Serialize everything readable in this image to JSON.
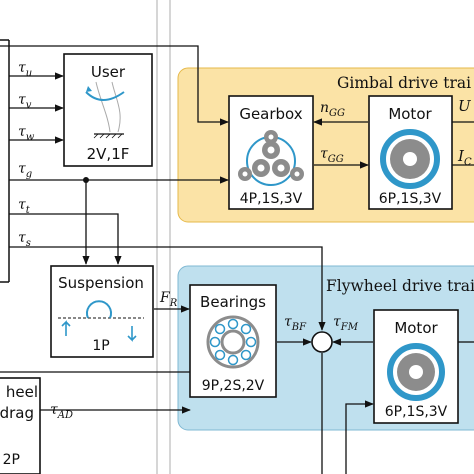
{
  "regions": {
    "gimbal_title": "Gimbal drive trai",
    "flywheel_title": "Flywheel drive trai"
  },
  "colors": {
    "gimbal_fill": "#fbe3a6",
    "gimbal_stroke": "#e6b94a",
    "flywheel_fill": "#bfe0ee",
    "flywheel_stroke": "#7fb8d3",
    "accent": "#2f97c9",
    "gear": "#8c8c8c",
    "line": "#111111"
  },
  "signals": {
    "tau": "τ",
    "u": "u",
    "v": "v",
    "w": "w",
    "g": "g",
    "t": "t",
    "s": "s",
    "F": "F",
    "R": "R",
    "BF": "BF",
    "FM": "FM",
    "AD": "AD",
    "n": "n",
    "GG": "GG",
    "U": "U",
    "I": "I",
    "C": "C"
  },
  "blocks": {
    "user": {
      "title": "User",
      "params": "2V,1F"
    },
    "gearbox": {
      "title": "Gearbox",
      "params": "4P,1S,3V"
    },
    "motor_gimbal": {
      "title": "Motor",
      "params": "6P,1S,3V"
    },
    "suspension": {
      "title": "Suspension",
      "params": "1P"
    },
    "bearings": {
      "title": "Bearings",
      "params": "9P,2S,2V"
    },
    "motor_flywheel": {
      "title": "Motor",
      "params": "6P,1S,3V"
    },
    "wheel_drag": {
      "line1": "heel",
      "line2": "drag",
      "params": "2P"
    }
  }
}
